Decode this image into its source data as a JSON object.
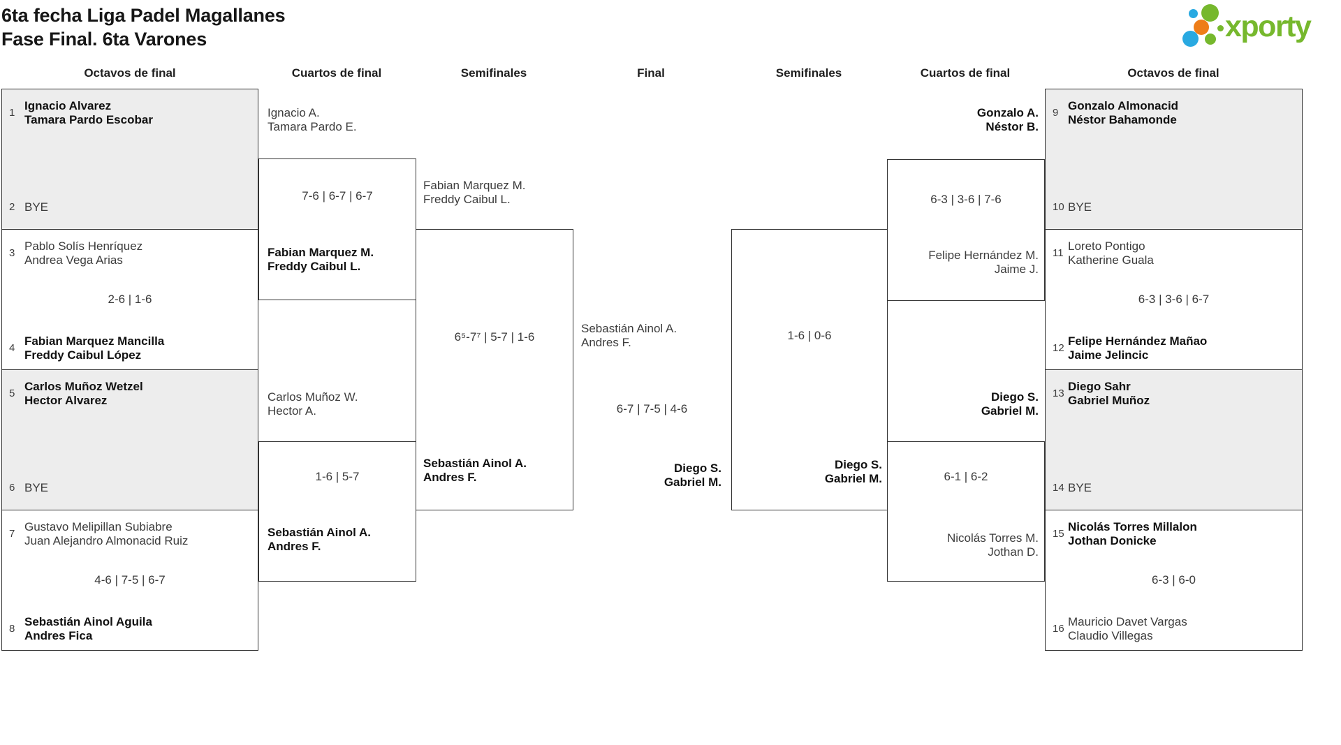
{
  "title": {
    "line1": "6ta fecha Liga Padel Magallanes",
    "line2": "Fase Final. 6ta Varones"
  },
  "logo": {
    "text": "xporty",
    "green": "#76b82d",
    "blue": "#29a9e1",
    "orange": "#ee7d18"
  },
  "headers": [
    "Octavos de final",
    "Cuartos de final",
    "Semifinales",
    "Final",
    "Semifinales",
    "Cuartos de final",
    "Octavos de final"
  ],
  "octavos_left": [
    {
      "seed_top": "1",
      "top1": "Ignacio Alvarez",
      "top2": "Tamara Pardo Escobar",
      "seed_bottom": "2",
      "bottom_bye": "BYE",
      "score": ""
    },
    {
      "seed_top": "3",
      "top1": "Pablo Solís Henríquez",
      "top2": "Andrea Vega Arias",
      "score": "2-6 | 1-6",
      "seed_bottom": "4",
      "bottom1": "Fabian Marquez Mancilla",
      "bottom2": "Freddy Caibul López"
    },
    {
      "seed_top": "5",
      "top1": "Carlos Muñoz Wetzel",
      "top2": "Hector Alvarez",
      "seed_bottom": "6",
      "bottom_bye": "BYE",
      "score": ""
    },
    {
      "seed_top": "7",
      "top1": "Gustavo Melipillan Subiabre",
      "top2": "Juan Alejandro Almonacid Ruiz",
      "score": "4-6 | 7-5 | 6-7",
      "seed_bottom": "8",
      "bottom1": "Sebastián Ainol Aguila",
      "bottom2": "Andres Fica"
    }
  ],
  "octavos_right": [
    {
      "seed_top": "9",
      "top1": "Gonzalo Almonacid",
      "top2": "Néstor Bahamonde",
      "seed_bottom": "10",
      "bottom_bye": "BYE",
      "score": ""
    },
    {
      "seed_top": "11",
      "top1": "Loreto Pontigo",
      "top2": "Katherine Guala",
      "score": "6-3 | 3-6 | 6-7",
      "seed_bottom": "12",
      "bottom1": "Felipe Hernández Mañao",
      "bottom2": "Jaime Jelincic"
    },
    {
      "seed_top": "13",
      "top1": "Diego Sahr",
      "top2": "Gabriel Muñoz",
      "seed_bottom": "14",
      "bottom_bye": "BYE",
      "score": ""
    },
    {
      "seed_top": "15",
      "top1": "Nicolás Torres Millalon",
      "top2": "Jothan Donicke",
      "score": "6-3 | 6-0",
      "seed_bottom": "16",
      "bottom1": "Mauricio Davet Vargas",
      "bottom2": "Claudio Villegas"
    }
  ],
  "cuartos_left": [
    {
      "top1": "Ignacio A.",
      "top2": "Tamara Pardo E.",
      "score": "7-6 | 6-7 | 6-7",
      "bottom1": "Fabian Marquez M.",
      "bottom2": "Freddy Caibul L."
    },
    {
      "top1": "Carlos Muñoz W.",
      "top2": "Hector A.",
      "score": "1-6 | 5-7",
      "bottom1": "Sebastián Ainol A.",
      "bottom2": "Andres F."
    }
  ],
  "cuartos_right": [
    {
      "top1": "Gonzalo A.",
      "top2": "Néstor B.",
      "score": "6-3 | 3-6 | 7-6",
      "bottom1": "Felipe Hernández M.",
      "bottom2": "Jaime J."
    },
    {
      "top1": "Diego S.",
      "top2": "Gabriel M.",
      "score": "6-1 | 6-2",
      "bottom1": "Nicolás Torres M.",
      "bottom2": "Jothan D."
    }
  ],
  "semis_left": {
    "top1": "Fabian Marquez M.",
    "top2": "Freddy Caibul L.",
    "score": "6⁵-7⁷ | 5-7 | 1-6",
    "bottom1": "Sebastián Ainol A.",
    "bottom2": "Andres F."
  },
  "semis_right": {
    "score": "1-6 | 0-6",
    "bottom1": "Diego S.",
    "bottom2": "Gabriel M."
  },
  "final": {
    "top1": "Sebastián Ainol A.",
    "top2": "Andres F.",
    "score": "6-7 | 7-5 | 4-6",
    "bottom1": "Diego S.",
    "bottom2": "Gabriel M."
  }
}
